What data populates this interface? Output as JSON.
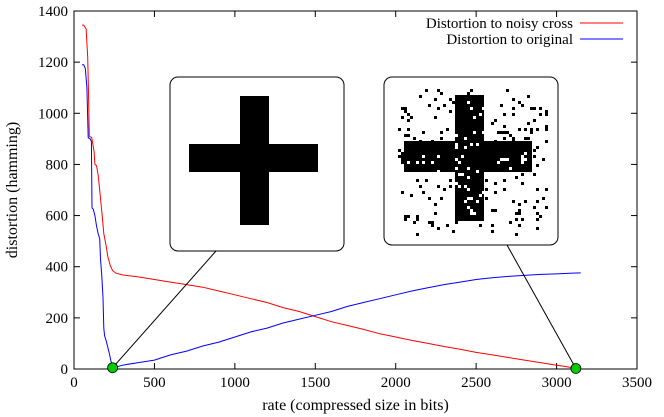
{
  "chart_data": {
    "type": "line",
    "title": "",
    "xlabel": "rate (compressed size in bits)",
    "ylabel": "distortion (hamming)",
    "xlim": [
      0,
      3500
    ],
    "ylim": [
      0,
      1400
    ],
    "x_ticks": [
      0,
      500,
      1000,
      1500,
      2000,
      2500,
      3000,
      3500
    ],
    "y_ticks": [
      0,
      200,
      400,
      600,
      800,
      1000,
      1200,
      1400
    ],
    "grid": false,
    "legend_position": "top-right",
    "series": [
      {
        "name": "Distortion to noisy cross",
        "color": "#ff0000",
        "points": [
          [
            50,
            1345
          ],
          [
            60,
            1345
          ],
          [
            75,
            1330
          ],
          [
            85,
            1220
          ],
          [
            90,
            1080
          ],
          [
            95,
            910
          ],
          [
            110,
            905
          ],
          [
            125,
            850
          ],
          [
            130,
            800
          ],
          [
            140,
            795
          ],
          [
            150,
            760
          ],
          [
            160,
            700
          ],
          [
            175,
            600
          ],
          [
            185,
            530
          ],
          [
            200,
            480
          ],
          [
            210,
            440
          ],
          [
            225,
            405
          ],
          [
            240,
            385
          ],
          [
            260,
            375
          ],
          [
            300,
            368
          ],
          [
            400,
            360
          ],
          [
            500,
            350
          ],
          [
            600,
            340
          ],
          [
            700,
            330
          ],
          [
            800,
            320
          ],
          [
            900,
            305
          ],
          [
            1000,
            290
          ],
          [
            1100,
            275
          ],
          [
            1200,
            260
          ],
          [
            1300,
            240
          ],
          [
            1400,
            225
          ],
          [
            1500,
            205
          ],
          [
            1600,
            185
          ],
          [
            1700,
            170
          ],
          [
            1800,
            155
          ],
          [
            1900,
            138
          ],
          [
            2000,
            125
          ],
          [
            2100,
            112
          ],
          [
            2200,
            100
          ],
          [
            2300,
            88
          ],
          [
            2400,
            77
          ],
          [
            2500,
            65
          ],
          [
            2600,
            55
          ],
          [
            2700,
            45
          ],
          [
            2800,
            35
          ],
          [
            2900,
            25
          ],
          [
            3000,
            15
          ],
          [
            3050,
            10
          ],
          [
            3100,
            5
          ],
          [
            3120,
            2
          ]
        ]
      },
      {
        "name": "Distortion to original",
        "color": "#0000ff",
        "points": [
          [
            50,
            1190
          ],
          [
            60,
            1190
          ],
          [
            70,
            1175
          ],
          [
            80,
            1100
          ],
          [
            88,
            905
          ],
          [
            100,
            900
          ],
          [
            108,
            890
          ],
          [
            112,
            630
          ],
          [
            120,
            625
          ],
          [
            130,
            600
          ],
          [
            140,
            560
          ],
          [
            150,
            530
          ],
          [
            160,
            510
          ],
          [
            165,
            430
          ],
          [
            172,
            370
          ],
          [
            180,
            280
          ],
          [
            185,
            160
          ],
          [
            190,
            130
          ],
          [
            200,
            110
          ],
          [
            210,
            85
          ],
          [
            220,
            60
          ],
          [
            230,
            30
          ],
          [
            240,
            10
          ],
          [
            250,
            5
          ],
          [
            300,
            15
          ],
          [
            400,
            25
          ],
          [
            500,
            35
          ],
          [
            600,
            55
          ],
          [
            700,
            70
          ],
          [
            800,
            90
          ],
          [
            900,
            105
          ],
          [
            1000,
            125
          ],
          [
            1100,
            145
          ],
          [
            1200,
            160
          ],
          [
            1300,
            180
          ],
          [
            1400,
            195
          ],
          [
            1500,
            210
          ],
          [
            1600,
            225
          ],
          [
            1700,
            245
          ],
          [
            1800,
            260
          ],
          [
            1900,
            275
          ],
          [
            2000,
            290
          ],
          [
            2100,
            305
          ],
          [
            2200,
            318
          ],
          [
            2300,
            330
          ],
          [
            2400,
            340
          ],
          [
            2500,
            350
          ],
          [
            2600,
            357
          ],
          [
            2700,
            362
          ],
          [
            2800,
            366
          ],
          [
            2900,
            370
          ],
          [
            3000,
            372
          ],
          [
            3100,
            375
          ],
          [
            3150,
            376
          ]
        ]
      }
    ],
    "highlighted_points": [
      {
        "x": 240,
        "y": 5,
        "color": "#00cc00"
      },
      {
        "x": 3120,
        "y": 2,
        "color": "#00cc00"
      }
    ],
    "insets": [
      {
        "image": "clean-cross",
        "anchor_point_index": 0
      },
      {
        "image": "noisy-cross",
        "anchor_point_index": 1
      }
    ]
  }
}
